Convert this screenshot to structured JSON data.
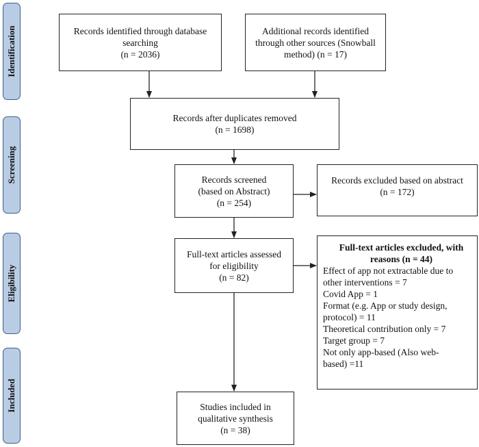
{
  "phases": {
    "identification": "Identification",
    "screening": "Screening",
    "eligibility": "Eligibility",
    "included": "Included"
  },
  "boxes": {
    "database": [
      "Records identified through database",
      "searching",
      "(n =  2036)"
    ],
    "additional": [
      "Additional records identified",
      "through other sources (Snowball",
      "method) (n = 17)"
    ],
    "duplicates": [
      "Records after duplicates removed",
      "(n = 1698)"
    ],
    "screened": [
      "Records screened",
      "(based on Abstract)",
      "(n = 254)"
    ],
    "excluded_abstract": [
      "Records excluded based on abstract",
      "(n = 172)"
    ],
    "fulltext_assessed": [
      "Full-text articles assessed",
      "for eligibility",
      "(n = 82)"
    ],
    "fulltext_excluded": {
      "title": [
        "Full-text articles excluded, with",
        "reasons (n = 44)"
      ],
      "reasons": [
        "Effect of app not extractable due to",
        "other interventions = 7",
        "Covid App = 1",
        "Format (e.g. App or study design,",
        "protocol) = 11",
        "Theoretical contribution only = 7",
        "Target group = 7",
        "Not only app-based (Also web-",
        "based) =11"
      ]
    },
    "included": [
      "Studies included in",
      "qualitative synthesis",
      "(n = 38)"
    ]
  }
}
